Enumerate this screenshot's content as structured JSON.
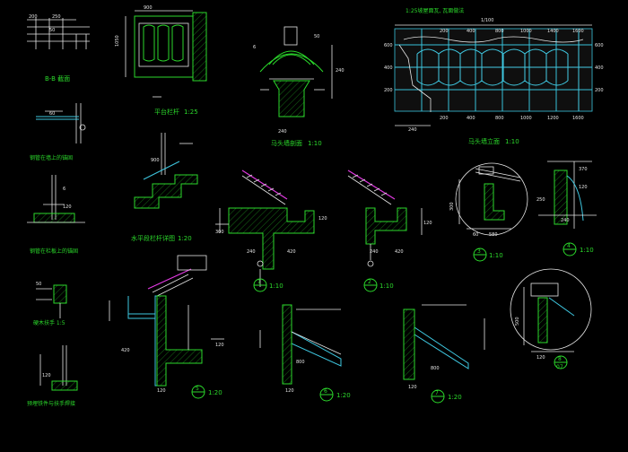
{
  "drawing": {
    "titles": {
      "section_bb": "B-B 截面",
      "platform_rail": "平台栏杆",
      "platform_rail_scale": "1:25",
      "pipe_on_wall": "钢管在墙上的锚固",
      "pipe_on_slab": "钢管在栏板上的锚固",
      "handrail": "硬木扶手 1:5",
      "horizontal_rail": "水平段栏杆详图",
      "horizontal_rail_scale": "1:20",
      "gable_section": "马头墙剖面",
      "gable_section_scale": "1:10",
      "gable_elevation": "马头墙立面",
      "gable_elevation_scale": "1:10",
      "tile_note": "1:25坡屋面瓦, 瓦面做法",
      "scale_100": "1/100",
      "bottom_note": "预埋铁件与扶手焊接"
    },
    "dims": {
      "d120": "120",
      "d240": "240",
      "d300": "300",
      "d420": "420",
      "d370": "370",
      "d250": "250",
      "d800": "800",
      "d900": "900",
      "d1050": "1050",
      "d600": "600",
      "d400": "400",
      "d200": "200",
      "d1000": "1000",
      "d1200": "1200",
      "d1400": "1400",
      "d1600": "1600",
      "d500": "500",
      "d580": "580",
      "d6": "6",
      "d60": "60",
      "d50": "50"
    },
    "scales": {
      "s10": "1:10",
      "s20": "1:20"
    },
    "bubbles": {
      "n1": "1",
      "n2": "2",
      "n3": "3",
      "n4": "4",
      "n5": "5",
      "n6": "6",
      "n7": "7",
      "n8": "8",
      "sheet": "07"
    },
    "colors": {
      "background": "#000000",
      "lines": "#e6e6e6",
      "green": "#2bd92b",
      "cyan": "#3ec7e0",
      "magenta": "#e23ae2"
    }
  }
}
